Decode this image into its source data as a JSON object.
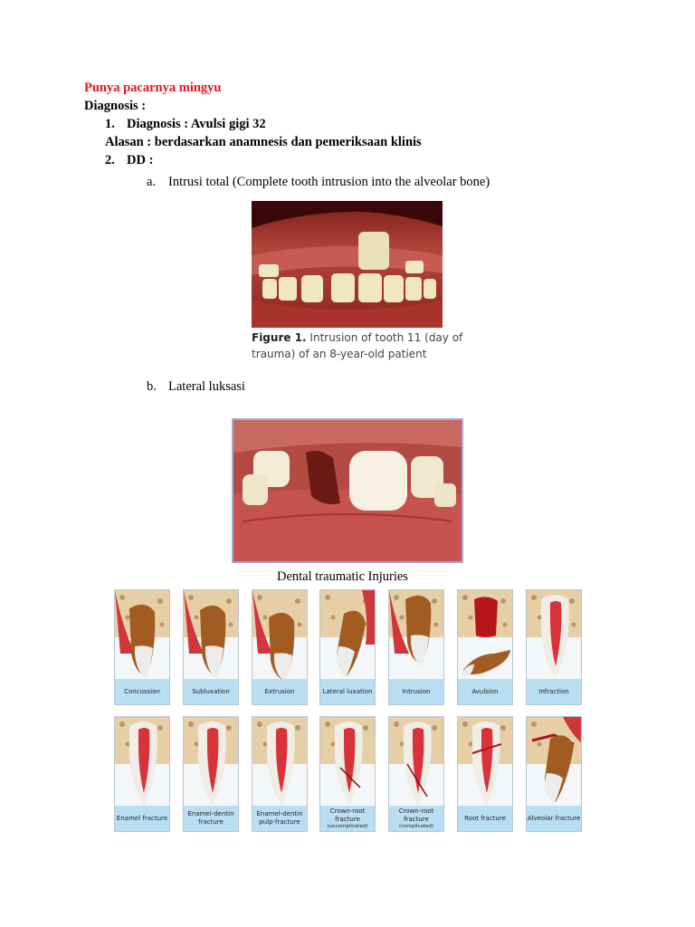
{
  "header": {
    "author_note": "Punya pacarnya mingyu"
  },
  "diagnosis_heading": "Diagnosis :",
  "items": [
    {
      "number": "1.",
      "text": "Diagnosis : Avulsi gigi 32"
    },
    {
      "number": "2.",
      "text": "DD :"
    }
  ],
  "reason": "Alasan : berdasarkan anamnesis dan pemeriksaan klinis",
  "differentials": [
    {
      "letter": "a.",
      "text": "Intrusi total (Complete tooth intrusion into the alveolar bone)"
    },
    {
      "letter": "b.",
      "text": "Lateral luksasi"
    }
  ],
  "figure1": {
    "label": "Figure 1.",
    "caption_line1": "Intrusion of tooth 11 (day of",
    "caption_line2": "trauma) of an 8-year-old patient"
  },
  "injuries_title": "Dental traumatic Injuries",
  "injury_row1": [
    {
      "label": "Concussion",
      "sub": ""
    },
    {
      "label": "Subluxation",
      "sub": ""
    },
    {
      "label": "Extrusion",
      "sub": ""
    },
    {
      "label": "Lateral luxation",
      "sub": ""
    },
    {
      "label": "Intrusion",
      "sub": ""
    },
    {
      "label": "Avulsion",
      "sub": ""
    },
    {
      "label": "Infraction",
      "sub": ""
    }
  ],
  "injury_row2": [
    {
      "label": "Enamel fracture",
      "sub": ""
    },
    {
      "label": "Enamel-dentin fracture",
      "sub": ""
    },
    {
      "label": "Enamel-dentin pulp-fracture",
      "sub": ""
    },
    {
      "label": "Crown-root fracture",
      "sub": "(uncomplicated)"
    },
    {
      "label": "Crown-root fracture",
      "sub": "(complicated)"
    },
    {
      "label": "Root fracture",
      "sub": ""
    },
    {
      "label": "Alveolar fracture",
      "sub": ""
    }
  ]
}
